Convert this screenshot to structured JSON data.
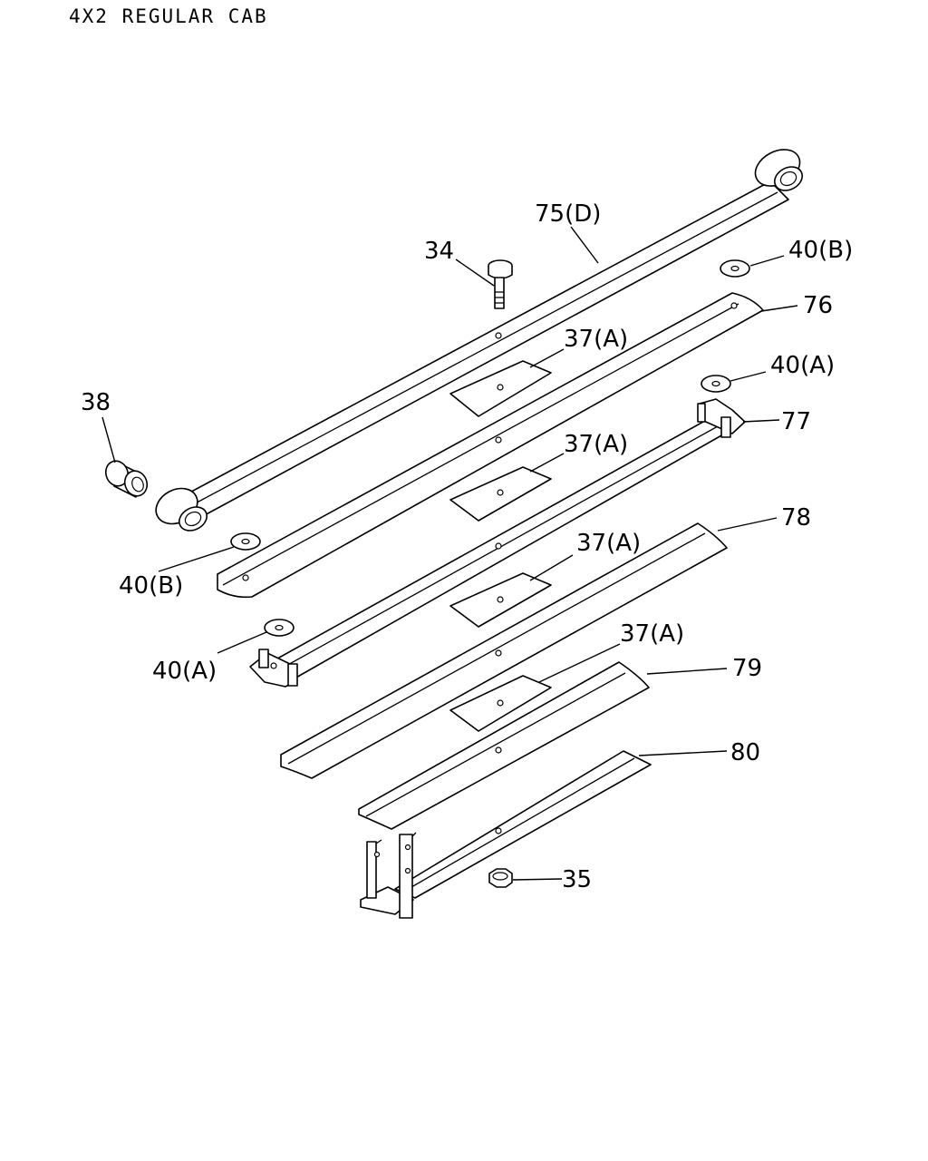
{
  "title": "4X2 REGULAR CAB",
  "parts": [
    {
      "name": "75-main-leaf-label",
      "text": "75(D)"
    },
    {
      "name": "34-center-bolt-label",
      "text": "34"
    },
    {
      "name": "40b-top-label",
      "text": "40(B)"
    },
    {
      "name": "76-leaf-label",
      "text": "76"
    },
    {
      "name": "37a-first-label",
      "text": "37(A)"
    },
    {
      "name": "40a-top-label",
      "text": "40(A)"
    },
    {
      "name": "38-bushing-label",
      "text": "38"
    },
    {
      "name": "37a-second-label",
      "text": "37(A)"
    },
    {
      "name": "77-leaf-label",
      "text": "77"
    },
    {
      "name": "78-leaf-label",
      "text": "78"
    },
    {
      "name": "37a-third-label",
      "text": "37(A)"
    },
    {
      "name": "40b-bottom-label",
      "text": "40(B)"
    },
    {
      "name": "37a-fourth-label",
      "text": "37(A)"
    },
    {
      "name": "40a-bottom-label",
      "text": "40(A)"
    },
    {
      "name": "79-leaf-label",
      "text": "79"
    },
    {
      "name": "80-leaf-label",
      "text": "80"
    },
    {
      "name": "35-nut-label",
      "text": "35"
    }
  ]
}
